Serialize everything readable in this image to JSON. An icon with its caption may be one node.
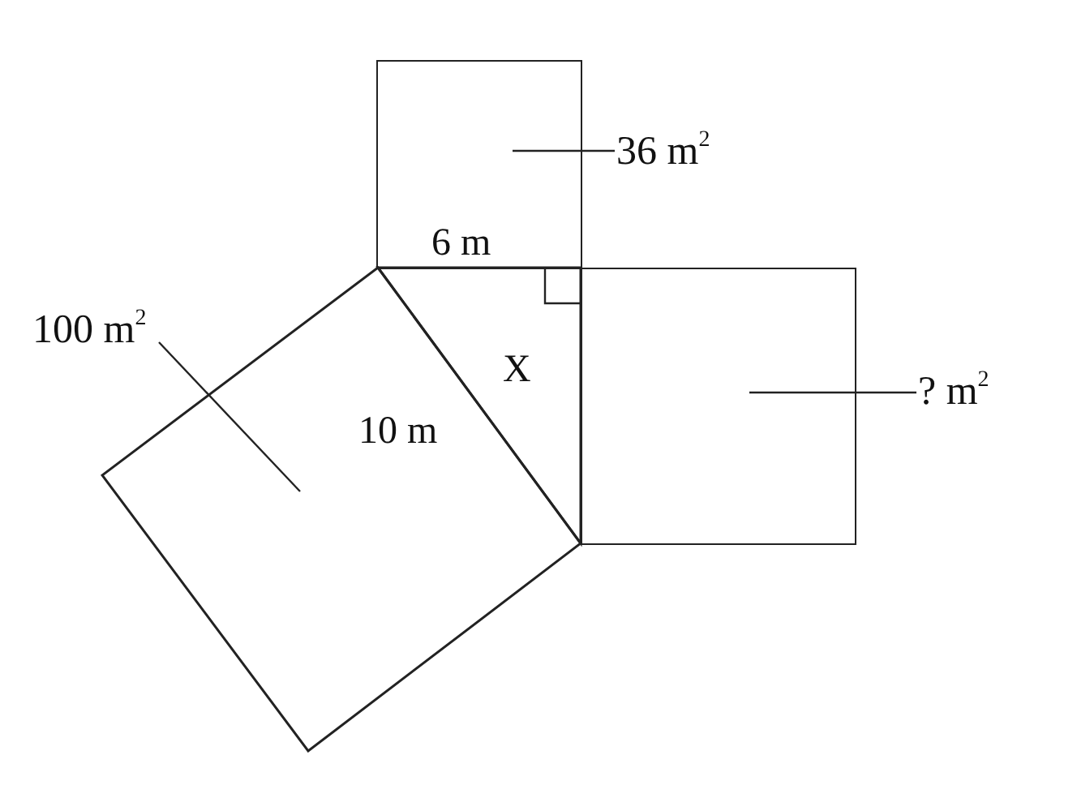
{
  "diagram": {
    "nodes": [
      {
        "text": [
          "36 m$^{2}$"
        ]
      },
      {
        "text": [],
        "shape": "box"
      },
      {
        "text": [
          "100 m$^{2}$"
        ]
      },
      {
        "text": [],
        "shape": "diamond"
      },
      {
        "text": [
          "? m$^{2}$"
        ]
      },
      {
        "text": [],
        "shape": "box"
      }
    ],
    "edges": [
      {
        "from": 0,
        "to": 1,
        "arrow": "none"
      },
      {
        "from": 2,
        "to": 3,
        "arrow": "none"
      },
      {
        "from": 4,
        "to": 5,
        "arrow": "none"
      }
    ],
    "labels": [
      "6 m",
      "X",
      "10 m"
    ]
  }
}
